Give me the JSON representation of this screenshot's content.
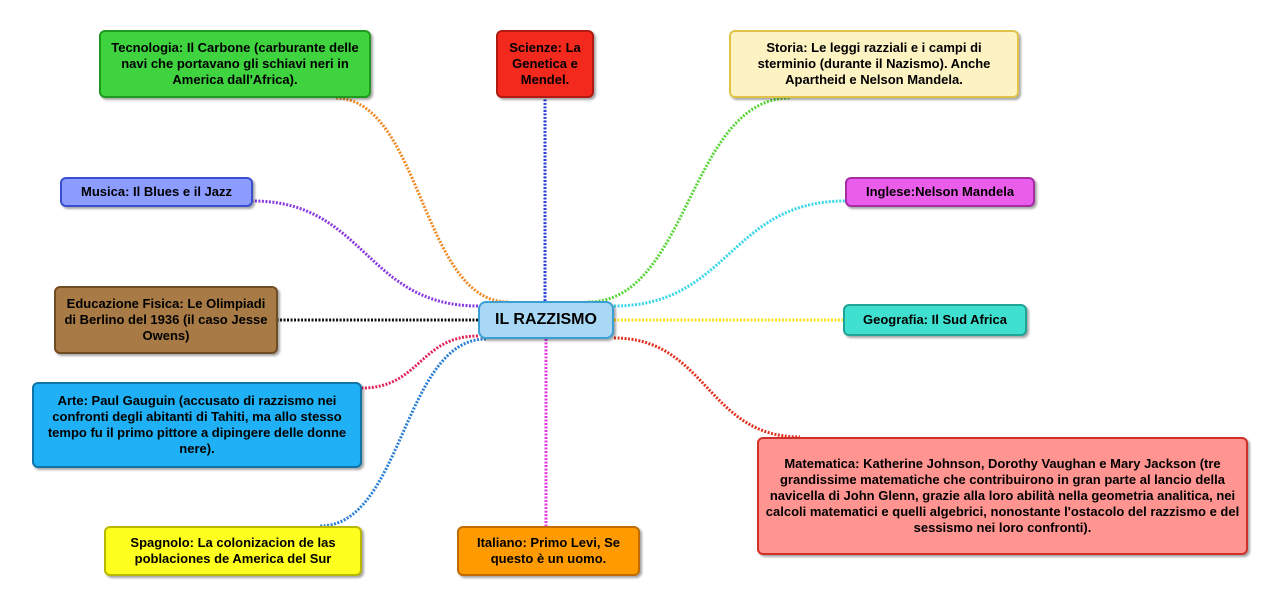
{
  "center": {
    "label": "IL RAZZISMO",
    "fill": "#a9d8f5",
    "border": "#3b9fd6"
  },
  "nodes": [
    {
      "id": "tecnologia",
      "label": "Tecnologia: Il Carbone (carburante delle navi che portavano gli schiavi neri in America dall'Africa).",
      "fill": "#3fd43f",
      "border": "#1f9a1f",
      "link_color": "#f08a24"
    },
    {
      "id": "scienze",
      "label": "Scienze: La Genetica e Mendel.",
      "fill": "#f2291c",
      "border": "#b01a10",
      "link_color": "#2b3fd6"
    },
    {
      "id": "storia",
      "label": "Storia: Le leggi razziali e i campi di sterminio (durante il Nazismo). Anche Apartheid e Nelson Mandela.",
      "fill": "#fdf2c2",
      "border": "#e0c44a",
      "link_color": "#5ad63a"
    },
    {
      "id": "musica",
      "label": "Musica: Il Blues e il Jazz",
      "fill": "#8c9cff",
      "border": "#3a4fd0",
      "link_color": "#8a3ae0"
    },
    {
      "id": "inglese",
      "label": "Inglese:Nelson Mandela",
      "fill": "#ea5cea",
      "border": "#a52ea5",
      "link_color": "#3ad6ea"
    },
    {
      "id": "educazione",
      "label": "Educazione Fisica: Le Olimpiadi di Berlino del 1936 (il caso Jesse Owens)",
      "fill": "#a87a45",
      "border": "#6e4c24",
      "link_color": "#111111"
    },
    {
      "id": "geografia",
      "label": "Geografia: Il Sud Africa",
      "fill": "#3fe0d0",
      "border": "#1fa596",
      "link_color": "#ffe21f"
    },
    {
      "id": "arte",
      "label": "Arte: Paul Gauguin (accusato di razzismo nei confronti degli abitanti di Tahiti, ma allo stesso tempo fu il primo pittore a dipingere delle donne nere).",
      "fill": "#1fb0f5",
      "border": "#1074a8",
      "link_color": "#e0245a"
    },
    {
      "id": "matematica",
      "label": "Matematica: Katherine Johnson, Dorothy Vaughan e Mary Jackson (tre grandissime matematiche che contribuirono in gran parte al lancio della navicella di John Glenn, grazie alla loro abilità nella geometria analitica, nei calcoli matematici e quelli algebrici, nonostante l'ostacolo del razzismo e del sessismo nei loro confronti).",
      "fill": "#ff9490",
      "border": "#d0302a",
      "link_color": "#e0321f"
    },
    {
      "id": "spagnolo",
      "label": "Spagnolo: La colonizacion de las poblaciones de America del Sur",
      "fill": "#ffff1f",
      "border": "#b8b800",
      "link_color": "#2b7fd6"
    },
    {
      "id": "italiano",
      "label": "Italiano: Primo Levi, Se questo è un uomo.",
      "fill": "#ff9b00",
      "border": "#c06c00",
      "link_color": "#e03ae0"
    }
  ]
}
